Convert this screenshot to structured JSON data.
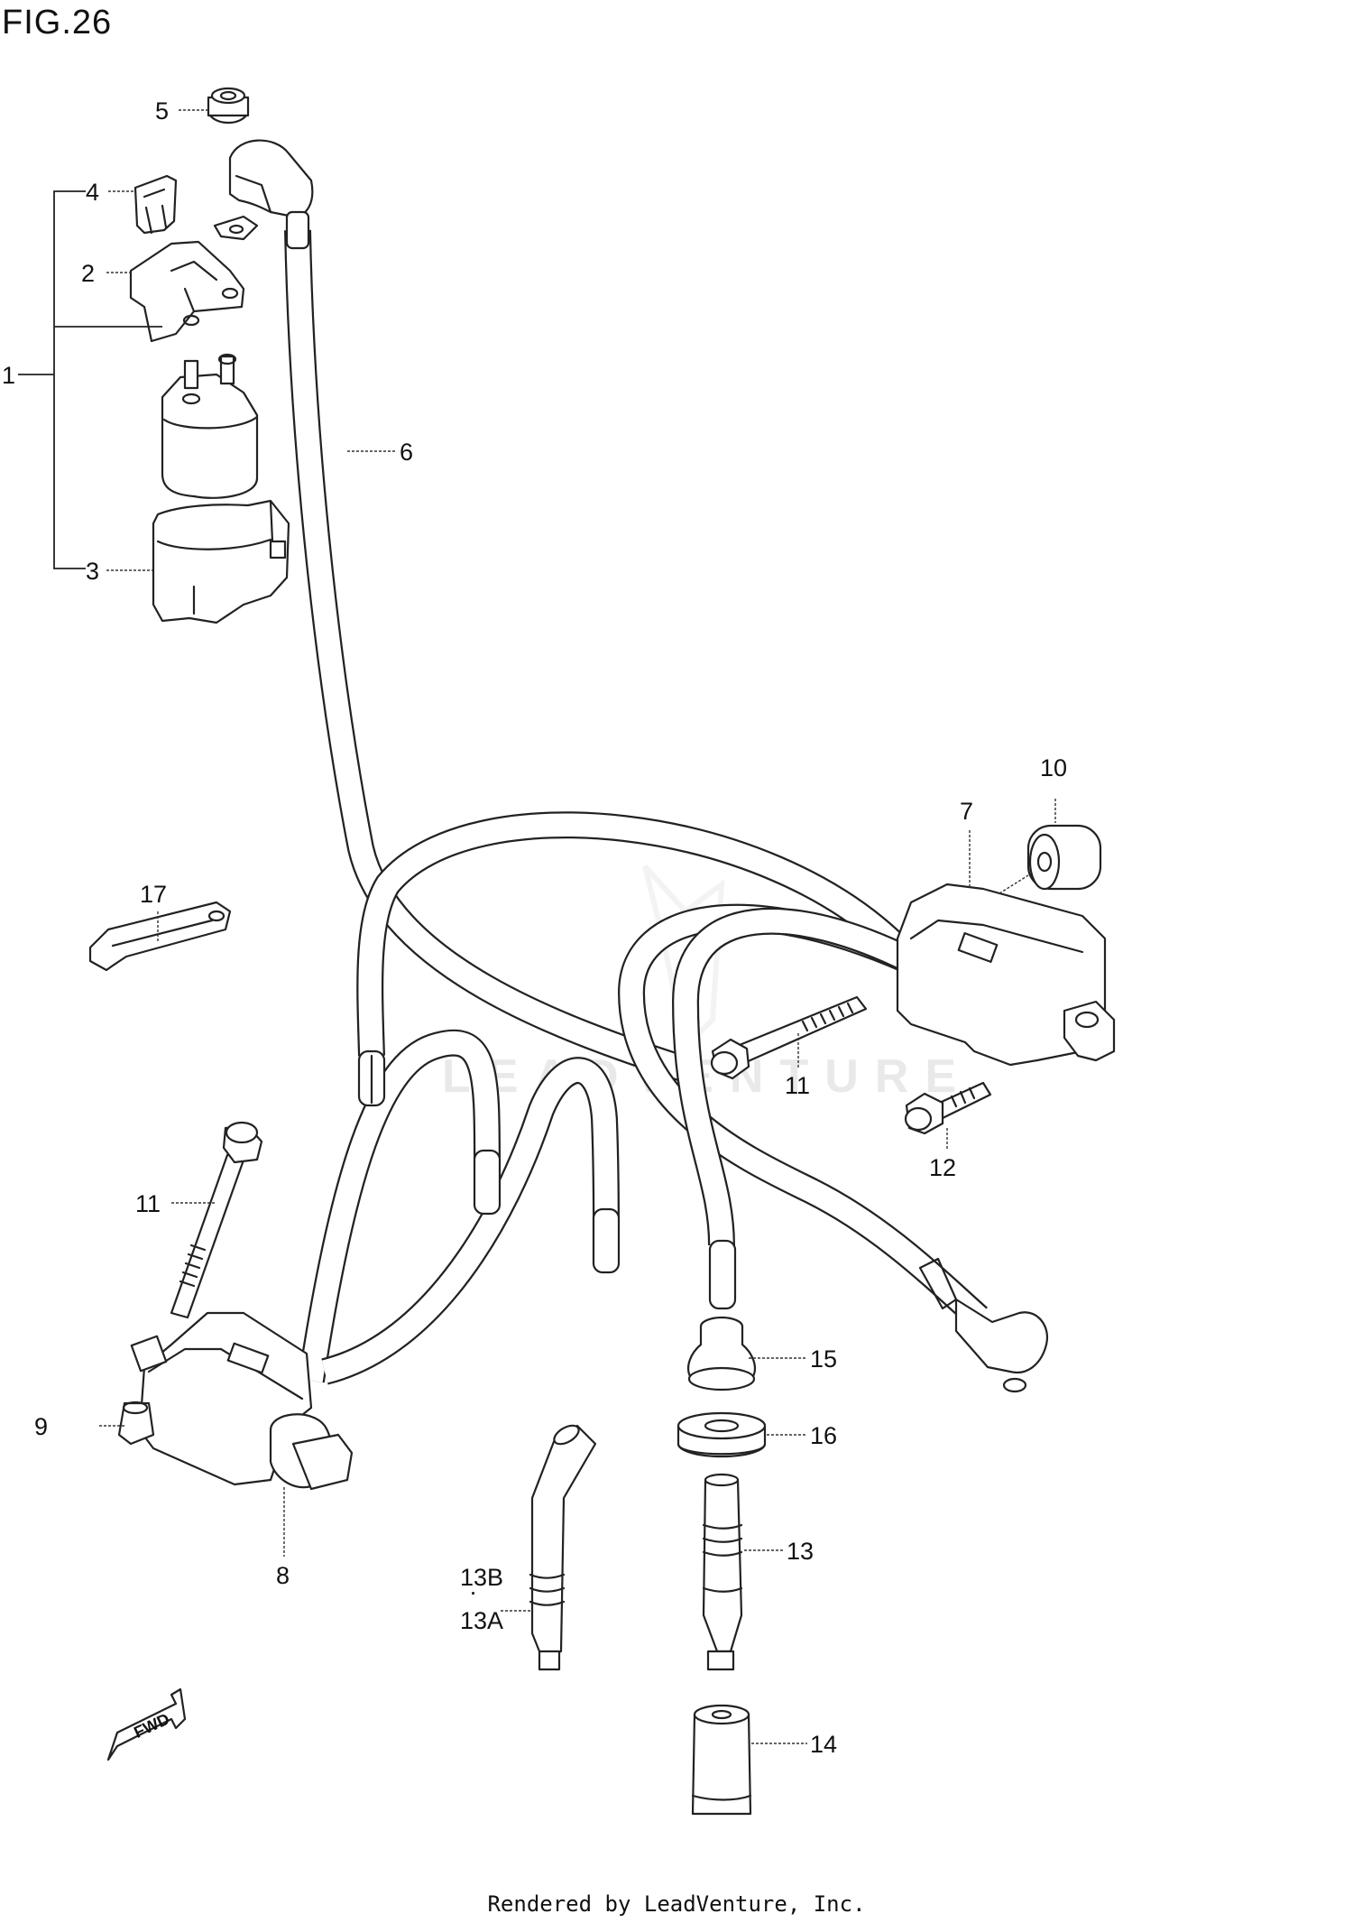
{
  "figure": {
    "title": "FIG.26",
    "footer": "Rendered by LeadVenture, Inc.",
    "watermark": "LEADVENTURE"
  },
  "callouts": [
    {
      "id": "c1",
      "text": "1"
    },
    {
      "id": "c2",
      "text": "2"
    },
    {
      "id": "c3",
      "text": "3"
    },
    {
      "id": "c4",
      "text": "4"
    },
    {
      "id": "c5",
      "text": "5"
    },
    {
      "id": "c6",
      "text": "6"
    },
    {
      "id": "c7",
      "text": "7"
    },
    {
      "id": "c8",
      "text": "8"
    },
    {
      "id": "c9",
      "text": "9"
    },
    {
      "id": "c10",
      "text": "10"
    },
    {
      "id": "c11a",
      "text": "11"
    },
    {
      "id": "c11b",
      "text": "11"
    },
    {
      "id": "c12",
      "text": "12"
    },
    {
      "id": "c13",
      "text": "13"
    },
    {
      "id": "c13a",
      "text": "13A"
    },
    {
      "id": "c13b",
      "text": "13B"
    },
    {
      "id": "c14",
      "text": "14"
    },
    {
      "id": "c15",
      "text": "15"
    },
    {
      "id": "c16",
      "text": "16"
    },
    {
      "id": "c17",
      "text": "17"
    }
  ],
  "direction_marker": {
    "text": "FWD"
  }
}
